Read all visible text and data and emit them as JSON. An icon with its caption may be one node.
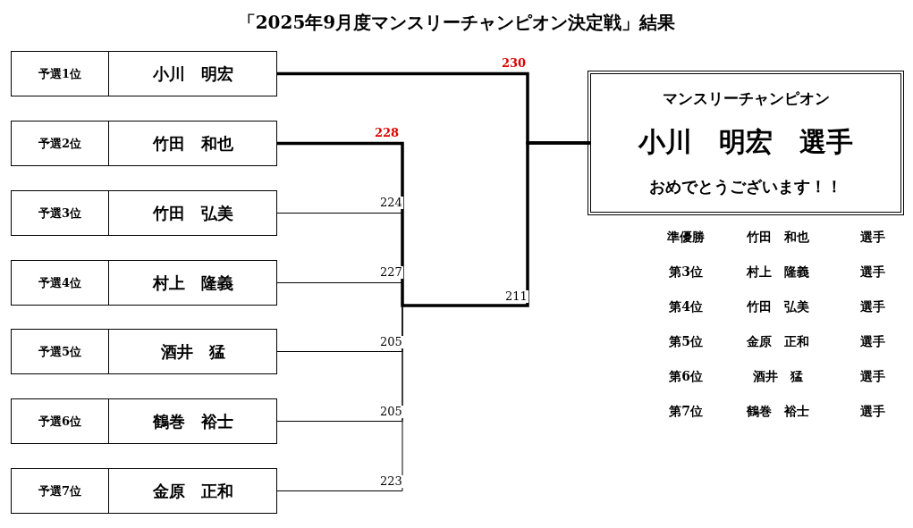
{
  "diagram": {
    "title": "「2025年9月度マンスリーチャンピオン決定戦」結果",
    "nodes": [
      {
        "text": [
          "予選1位",
          "小川　明宏"
        ]
      },
      {
        "text": [
          "予選2位",
          "竹田　和也"
        ]
      },
      {
        "text": [
          "予選3位",
          "竹田　弘美"
        ]
      },
      {
        "text": [
          "予選4位",
          "村上　隆義"
        ]
      },
      {
        "text": [
          "予選5位",
          "酒井　猛"
        ]
      },
      {
        "text": [
          "予選6位",
          "鶴巻　裕士"
        ]
      },
      {
        "text": [
          "予選7位",
          "金原　正和"
        ]
      },
      {
        "text": [
          "マンスリーチャンピオン",
          "小川　明宏　選手",
          "おめでとうございます！！"
        ]
      }
    ],
    "edges": [
      {
        "from": 0,
        "to": 7,
        "arrow": "none",
        "label": "230",
        "style": "thick"
      },
      {
        "from": 1,
        "to": 7,
        "arrow": "none",
        "label": "228",
        "style": "thick"
      },
      {
        "from": 2,
        "to": 7,
        "arrow": "none",
        "label": "224"
      },
      {
        "from": 3,
        "to": 7,
        "arrow": "none",
        "label": "227"
      },
      {
        "from": 4,
        "to": 7,
        "arrow": "none",
        "label": "205"
      },
      {
        "from": 5,
        "to": 7,
        "arrow": "none",
        "label": "205"
      },
      {
        "from": 6,
        "to": 7,
        "arrow": "none",
        "label": "223"
      }
    ],
    "labels": [
      "211",
      "準優勝",
      "竹田　和也",
      "選手",
      "第3位",
      "村上　隆義",
      "選手",
      "第4位",
      "竹田　弘美",
      "選手",
      "第5位",
      "金原　正和",
      "選手",
      "第6位",
      "酒井　猛",
      "選手",
      "第7位",
      "鶴巻　裕士",
      "選手"
    ]
  }
}
